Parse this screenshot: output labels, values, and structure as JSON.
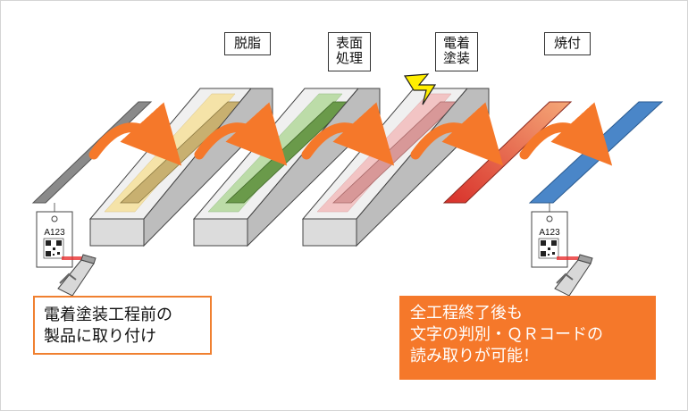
{
  "stages": [
    {
      "id": "degrease",
      "label": "脱脂"
    },
    {
      "id": "surface",
      "label": "表面\n処理"
    },
    {
      "id": "coating",
      "label": "電着\n塗装"
    },
    {
      "id": "bake",
      "label": "焼付"
    }
  ],
  "tags": {
    "left": {
      "code": "A123"
    },
    "right": {
      "code": "A123"
    }
  },
  "notes": {
    "left": "電着塗装工程前の\n製品に取り付け",
    "right": "全工程終了後も\n文字の判別・ＱＲコードの\n読み取りが可能！"
  },
  "colors": {
    "degrease_liquid": "#f5e3a8",
    "surface_liquid": "#bcdca8",
    "coating_liquid": "#f2c4c4",
    "arrow": "#f5782a",
    "bake_part": "#4a86c8",
    "lightning": "#ffee00"
  },
  "icons": [
    "lightning-icon",
    "qr-code-icon",
    "reader-scanner-icon",
    "process-arrow-icon"
  ]
}
